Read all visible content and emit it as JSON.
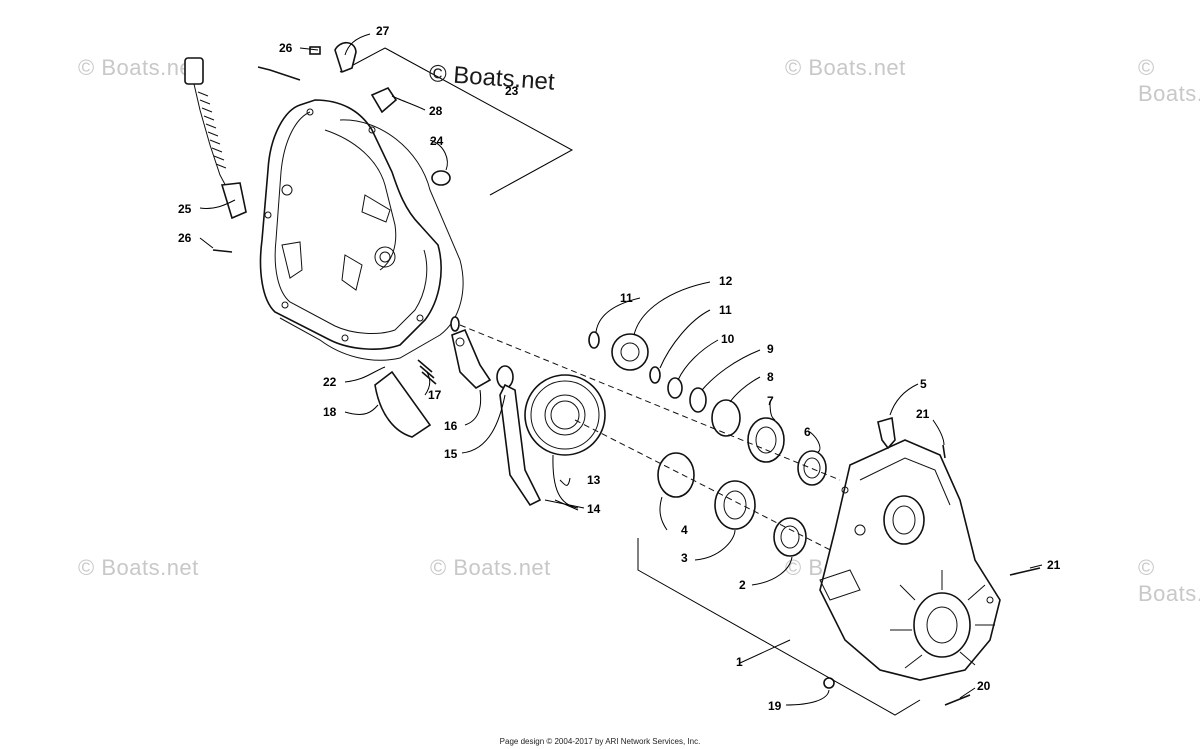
{
  "watermarks": {
    "main": "© Boats.net",
    "faint": [
      "© Boats.net",
      "© Boats.net",
      "© Boats.net",
      "© Boats.net",
      "© Boats.net",
      "© Boats.net",
      "© Boats.net"
    ]
  },
  "footer": "Page design © 2004-2017 by ARI Network Services, Inc.",
  "callouts": {
    "c1": "1",
    "c2": "2",
    "c3": "3",
    "c4": "4",
    "c5": "5",
    "c6": "6",
    "c7": "7",
    "c8": "8",
    "c9": "9",
    "c10": "10",
    "c11a": "11",
    "c11b": "11",
    "c12": "12",
    "c13": "13",
    "c14": "14",
    "c15": "15",
    "c16": "16",
    "c17": "17",
    "c18": "18",
    "c19": "19",
    "c20": "20",
    "c21a": "21",
    "c21b": "21",
    "c22": "22",
    "c23": "23",
    "c24": "24",
    "c25": "25",
    "c26a": "26",
    "c26b": "26",
    "c27": "27",
    "c28": "28"
  }
}
